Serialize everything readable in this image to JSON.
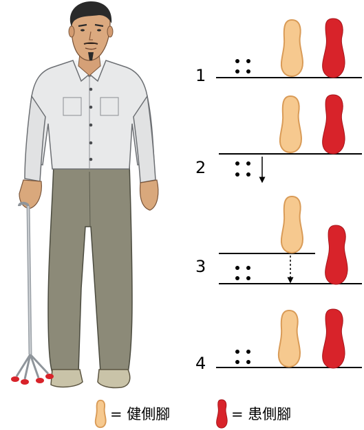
{
  "steps": [
    {
      "number": "1"
    },
    {
      "number": "2"
    },
    {
      "number": "3"
    },
    {
      "number": "4"
    }
  ],
  "legend": {
    "healthy_label": "= 健側腳",
    "affected_label": "= 患側腳"
  },
  "colors": {
    "healthy_foot": "#f6c98f",
    "affected_foot": "#d8232a",
    "line": "#000000",
    "cane_tip": "#d8232a"
  }
}
